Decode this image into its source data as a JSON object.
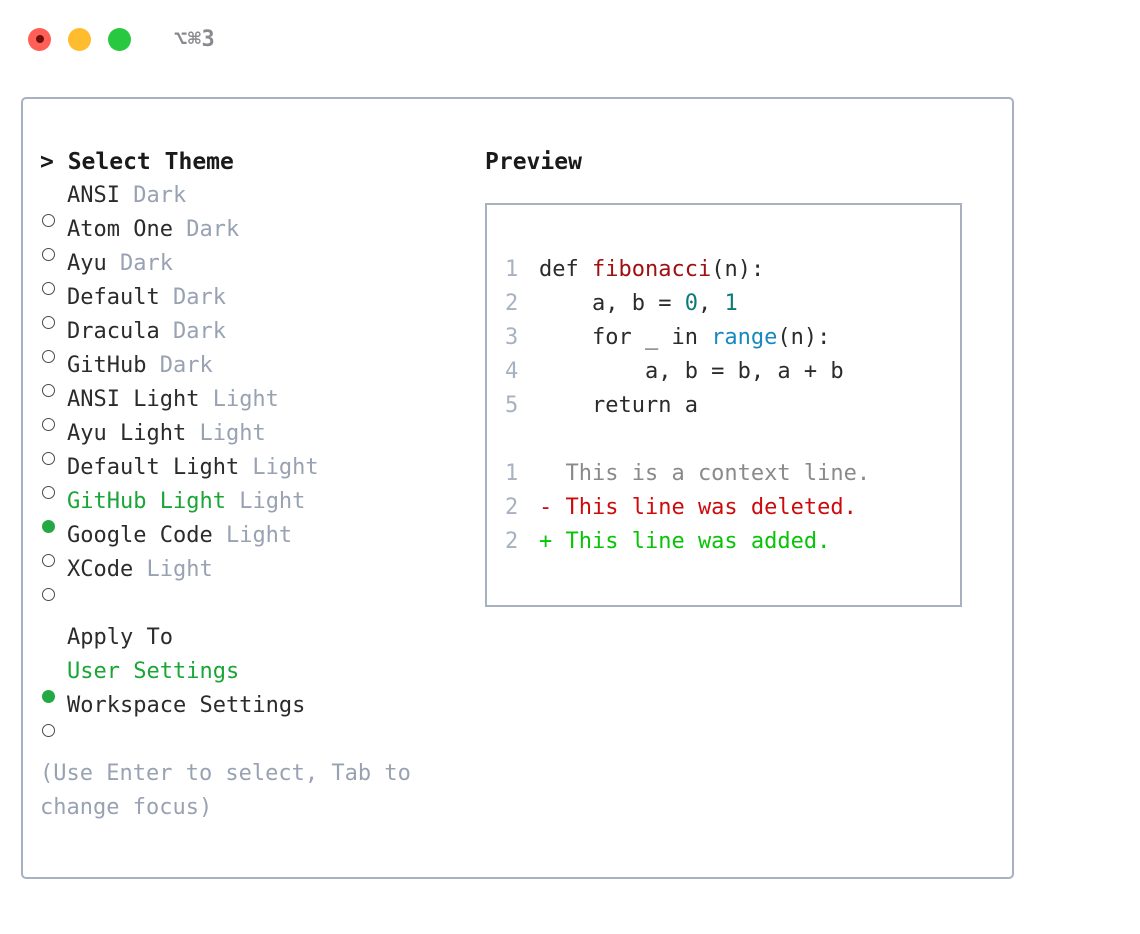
{
  "titlebar": {
    "shortcut": "⌥⌘3",
    "lights": [
      {
        "name": "close",
        "color": "#FF5F57"
      },
      {
        "name": "minimize",
        "color": "#FEBC2E"
      },
      {
        "name": "zoom",
        "color": "#28C840"
      }
    ]
  },
  "theme_picker": {
    "heading": "> Select Theme",
    "items": [
      {
        "label": "ANSI",
        "tag": "Dark",
        "selected": false
      },
      {
        "label": "Atom One",
        "tag": "Dark",
        "selected": false
      },
      {
        "label": "Ayu",
        "tag": "Dark",
        "selected": false
      },
      {
        "label": "Default",
        "tag": "Dark",
        "selected": false
      },
      {
        "label": "Dracula",
        "tag": "Dark",
        "selected": false
      },
      {
        "label": "GitHub",
        "tag": "Dark",
        "selected": false
      },
      {
        "label": "ANSI Light",
        "tag": "Light",
        "selected": false
      },
      {
        "label": "Ayu Light",
        "tag": "Light",
        "selected": false
      },
      {
        "label": "Default Light",
        "tag": "Light",
        "selected": false
      },
      {
        "label": "GitHub Light",
        "tag": "Light",
        "selected": true
      },
      {
        "label": "Google Code",
        "tag": "Light",
        "selected": false
      },
      {
        "label": "XCode",
        "tag": "Light",
        "selected": false
      }
    ]
  },
  "apply_to": {
    "title": "Apply To",
    "options": [
      {
        "label": "User Settings",
        "selected": true
      },
      {
        "label": "Workspace Settings",
        "selected": false
      }
    ]
  },
  "hint": "(Use Enter to select, Tab to change focus)",
  "preview": {
    "title": "Preview",
    "code_lines": [
      {
        "num": "1",
        "tokens": [
          {
            "t": "def ",
            "c": "plain"
          },
          {
            "t": "fibonacci",
            "c": "fn"
          },
          {
            "t": "(n):",
            "c": "plain"
          }
        ]
      },
      {
        "num": "2",
        "tokens": [
          {
            "t": "    a, b = ",
            "c": "plain"
          },
          {
            "t": "0",
            "c": "num"
          },
          {
            "t": ", ",
            "c": "plain"
          },
          {
            "t": "1",
            "c": "num"
          }
        ]
      },
      {
        "num": "3",
        "tokens": [
          {
            "t": "    for _ in ",
            "c": "plain"
          },
          {
            "t": "range",
            "c": "call"
          },
          {
            "t": "(n):",
            "c": "plain"
          }
        ]
      },
      {
        "num": "4",
        "tokens": [
          {
            "t": "        a, b = b, a + b",
            "c": "plain"
          }
        ]
      },
      {
        "num": "5",
        "tokens": [
          {
            "t": "    return a",
            "c": "plain"
          }
        ]
      }
    ],
    "diff_lines": [
      {
        "num": "1",
        "text": "  This is a context line.",
        "kind": "context"
      },
      {
        "num": "2",
        "text": "- This line was deleted.",
        "kind": "del"
      },
      {
        "num": "2",
        "text": "+ This line was added.",
        "kind": "add"
      }
    ]
  },
  "colors": {
    "border": "#A7B1C0",
    "selected_green": "#1AA637",
    "marker_green": "#22A944",
    "tag_muted": "#98A2B2",
    "syntax_function": "#A01010",
    "syntax_number": "#0D7A7A",
    "syntax_call": "#1A88C0",
    "diff_deleted": "#CC0C0C",
    "diff_added": "#09C309",
    "diff_context": "#8A8A8A"
  }
}
